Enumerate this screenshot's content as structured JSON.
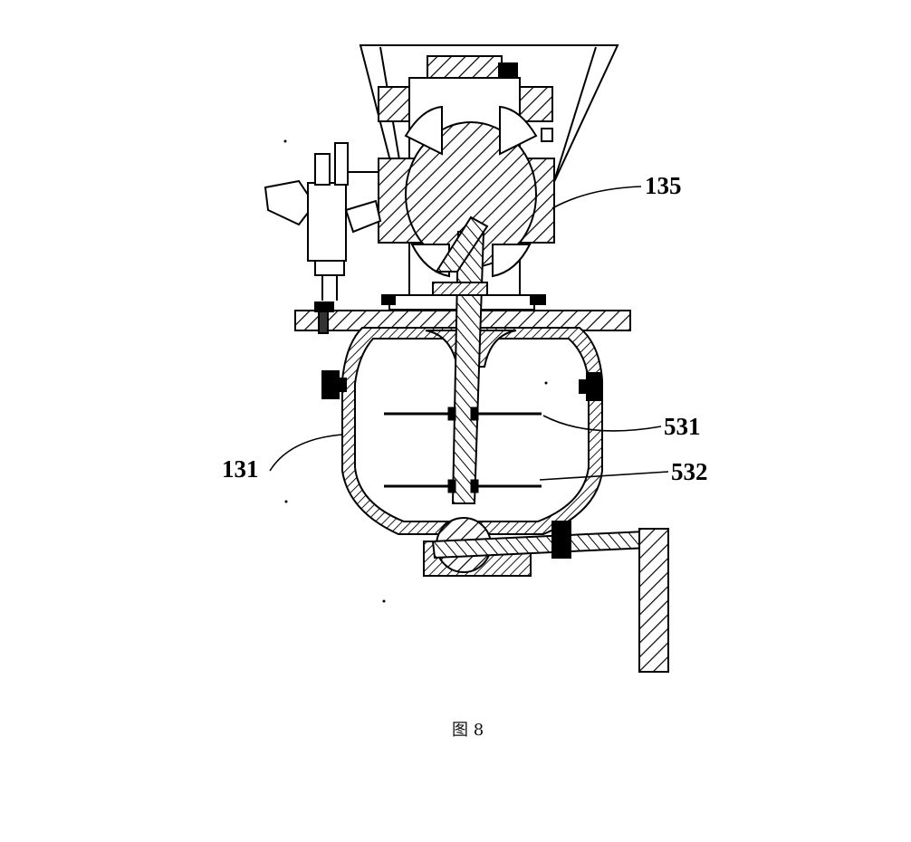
{
  "labels": {
    "part_135": "135",
    "part_531": "531",
    "part_532": "532",
    "part_131": "131"
  },
  "caption": "图 8"
}
